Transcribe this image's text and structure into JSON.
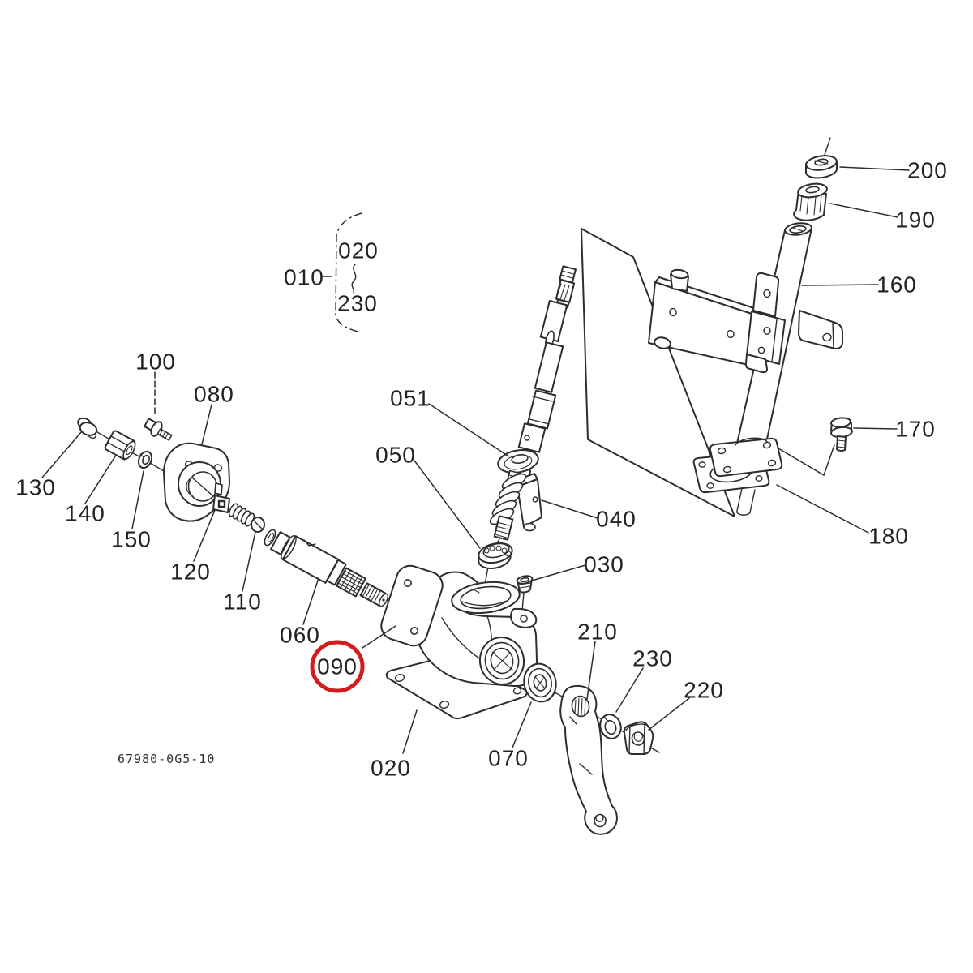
{
  "figure": {
    "type": "exploded-parts-diagram",
    "drawing_number": "67980-0G5-10",
    "background": "#ffffff",
    "line_color": "#2d2d2d",
    "highlight_color": "#d31c1c",
    "highlighted_part": "090"
  },
  "bracket_group": {
    "label": "010",
    "range_first": "020",
    "range_last": "230"
  },
  "labels": [
    {
      "text": "010"
    },
    {
      "text": "020"
    },
    {
      "text": "230"
    },
    {
      "text": "100"
    },
    {
      "text": "080"
    },
    {
      "text": "051"
    },
    {
      "text": "050"
    },
    {
      "text": "040"
    },
    {
      "text": "030"
    },
    {
      "text": "130"
    },
    {
      "text": "140"
    },
    {
      "text": "150"
    },
    {
      "text": "120"
    },
    {
      "text": "110"
    },
    {
      "text": "060"
    },
    {
      "text": "090"
    },
    {
      "text": "020"
    },
    {
      "text": "070"
    },
    {
      "text": "210"
    },
    {
      "text": "230"
    },
    {
      "text": "220"
    },
    {
      "text": "200"
    },
    {
      "text": "190"
    },
    {
      "text": "160"
    },
    {
      "text": "170"
    },
    {
      "text": "180"
    }
  ]
}
